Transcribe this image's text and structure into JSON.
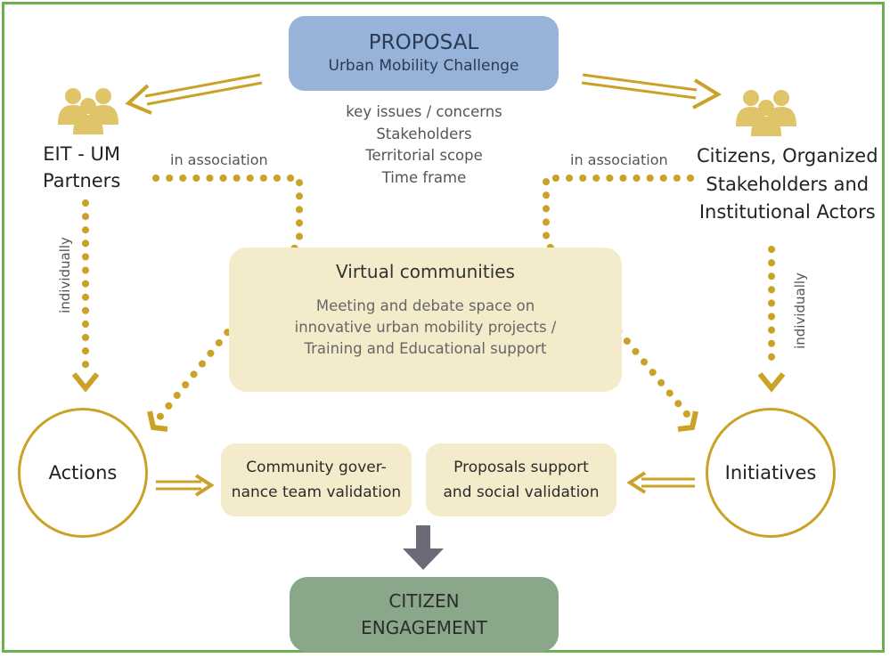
{
  "proposal": {
    "title": "PROPOSAL",
    "subtitle": "Urban Mobility Challenge"
  },
  "proposal_items": [
    "key issues / concerns",
    "Stakeholders",
    "Territorial scope",
    "Time frame"
  ],
  "left_actor": {
    "line1": "EIT - UM",
    "line2": "Partners",
    "icon": "people-icon"
  },
  "right_actor": {
    "line1": "Citizens, Organized",
    "line2": "Stakeholders and",
    "line3": "Institutional Actors",
    "icon": "people-icon"
  },
  "labels": {
    "assoc_left": "in association",
    "assoc_right": "in association",
    "indiv_left": "individually",
    "indiv_right": "individually"
  },
  "virtual": {
    "title": "Virtual communities",
    "line1": "Meeting and debate space on",
    "line2": "innovative urban mobility projects /",
    "line3": "Training and Educational support"
  },
  "actions": "Actions",
  "initiatives": "Initiatives",
  "community": {
    "line1": "Community gover-",
    "line2": "nance team validation"
  },
  "proposals_support": {
    "line1": "Proposals support",
    "line2": "and social validation"
  },
  "engagement": {
    "line1": "CITIZEN",
    "line2": "ENGAGEMENT"
  },
  "colors": {
    "gold": "#c9a227",
    "border": "#6ab04c",
    "proposal_fill": "#97b3d9",
    "beige": "#f4ebcb",
    "engage_fill": "#8aa889",
    "grey_arrow": "#6b6b78",
    "icon": "#e0c46a"
  }
}
